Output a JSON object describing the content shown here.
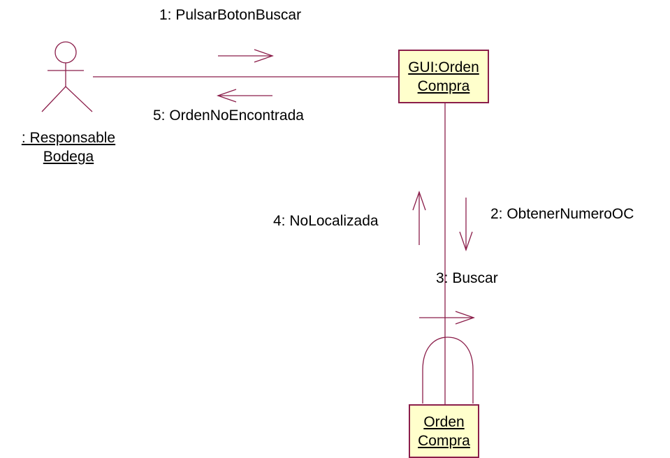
{
  "diagram": {
    "actor": {
      "name_line1": ": Responsable",
      "name_line2": "Bodega"
    },
    "objects": {
      "gui": {
        "line1": "GUI:Orden",
        "line2": "Compra"
      },
      "orden": {
        "line1": "Orden",
        "line2": "Compra"
      }
    },
    "messages": {
      "m1": "1: PulsarBotonBuscar",
      "m2": "2: ObtenerNumeroOC",
      "m3": "3: Buscar",
      "m4": "4: NoLocalizada",
      "m5": "5: OrdenNoEncontrada"
    },
    "colors": {
      "line": "#8b1e4a",
      "object_fill": "#ffffcc"
    }
  }
}
